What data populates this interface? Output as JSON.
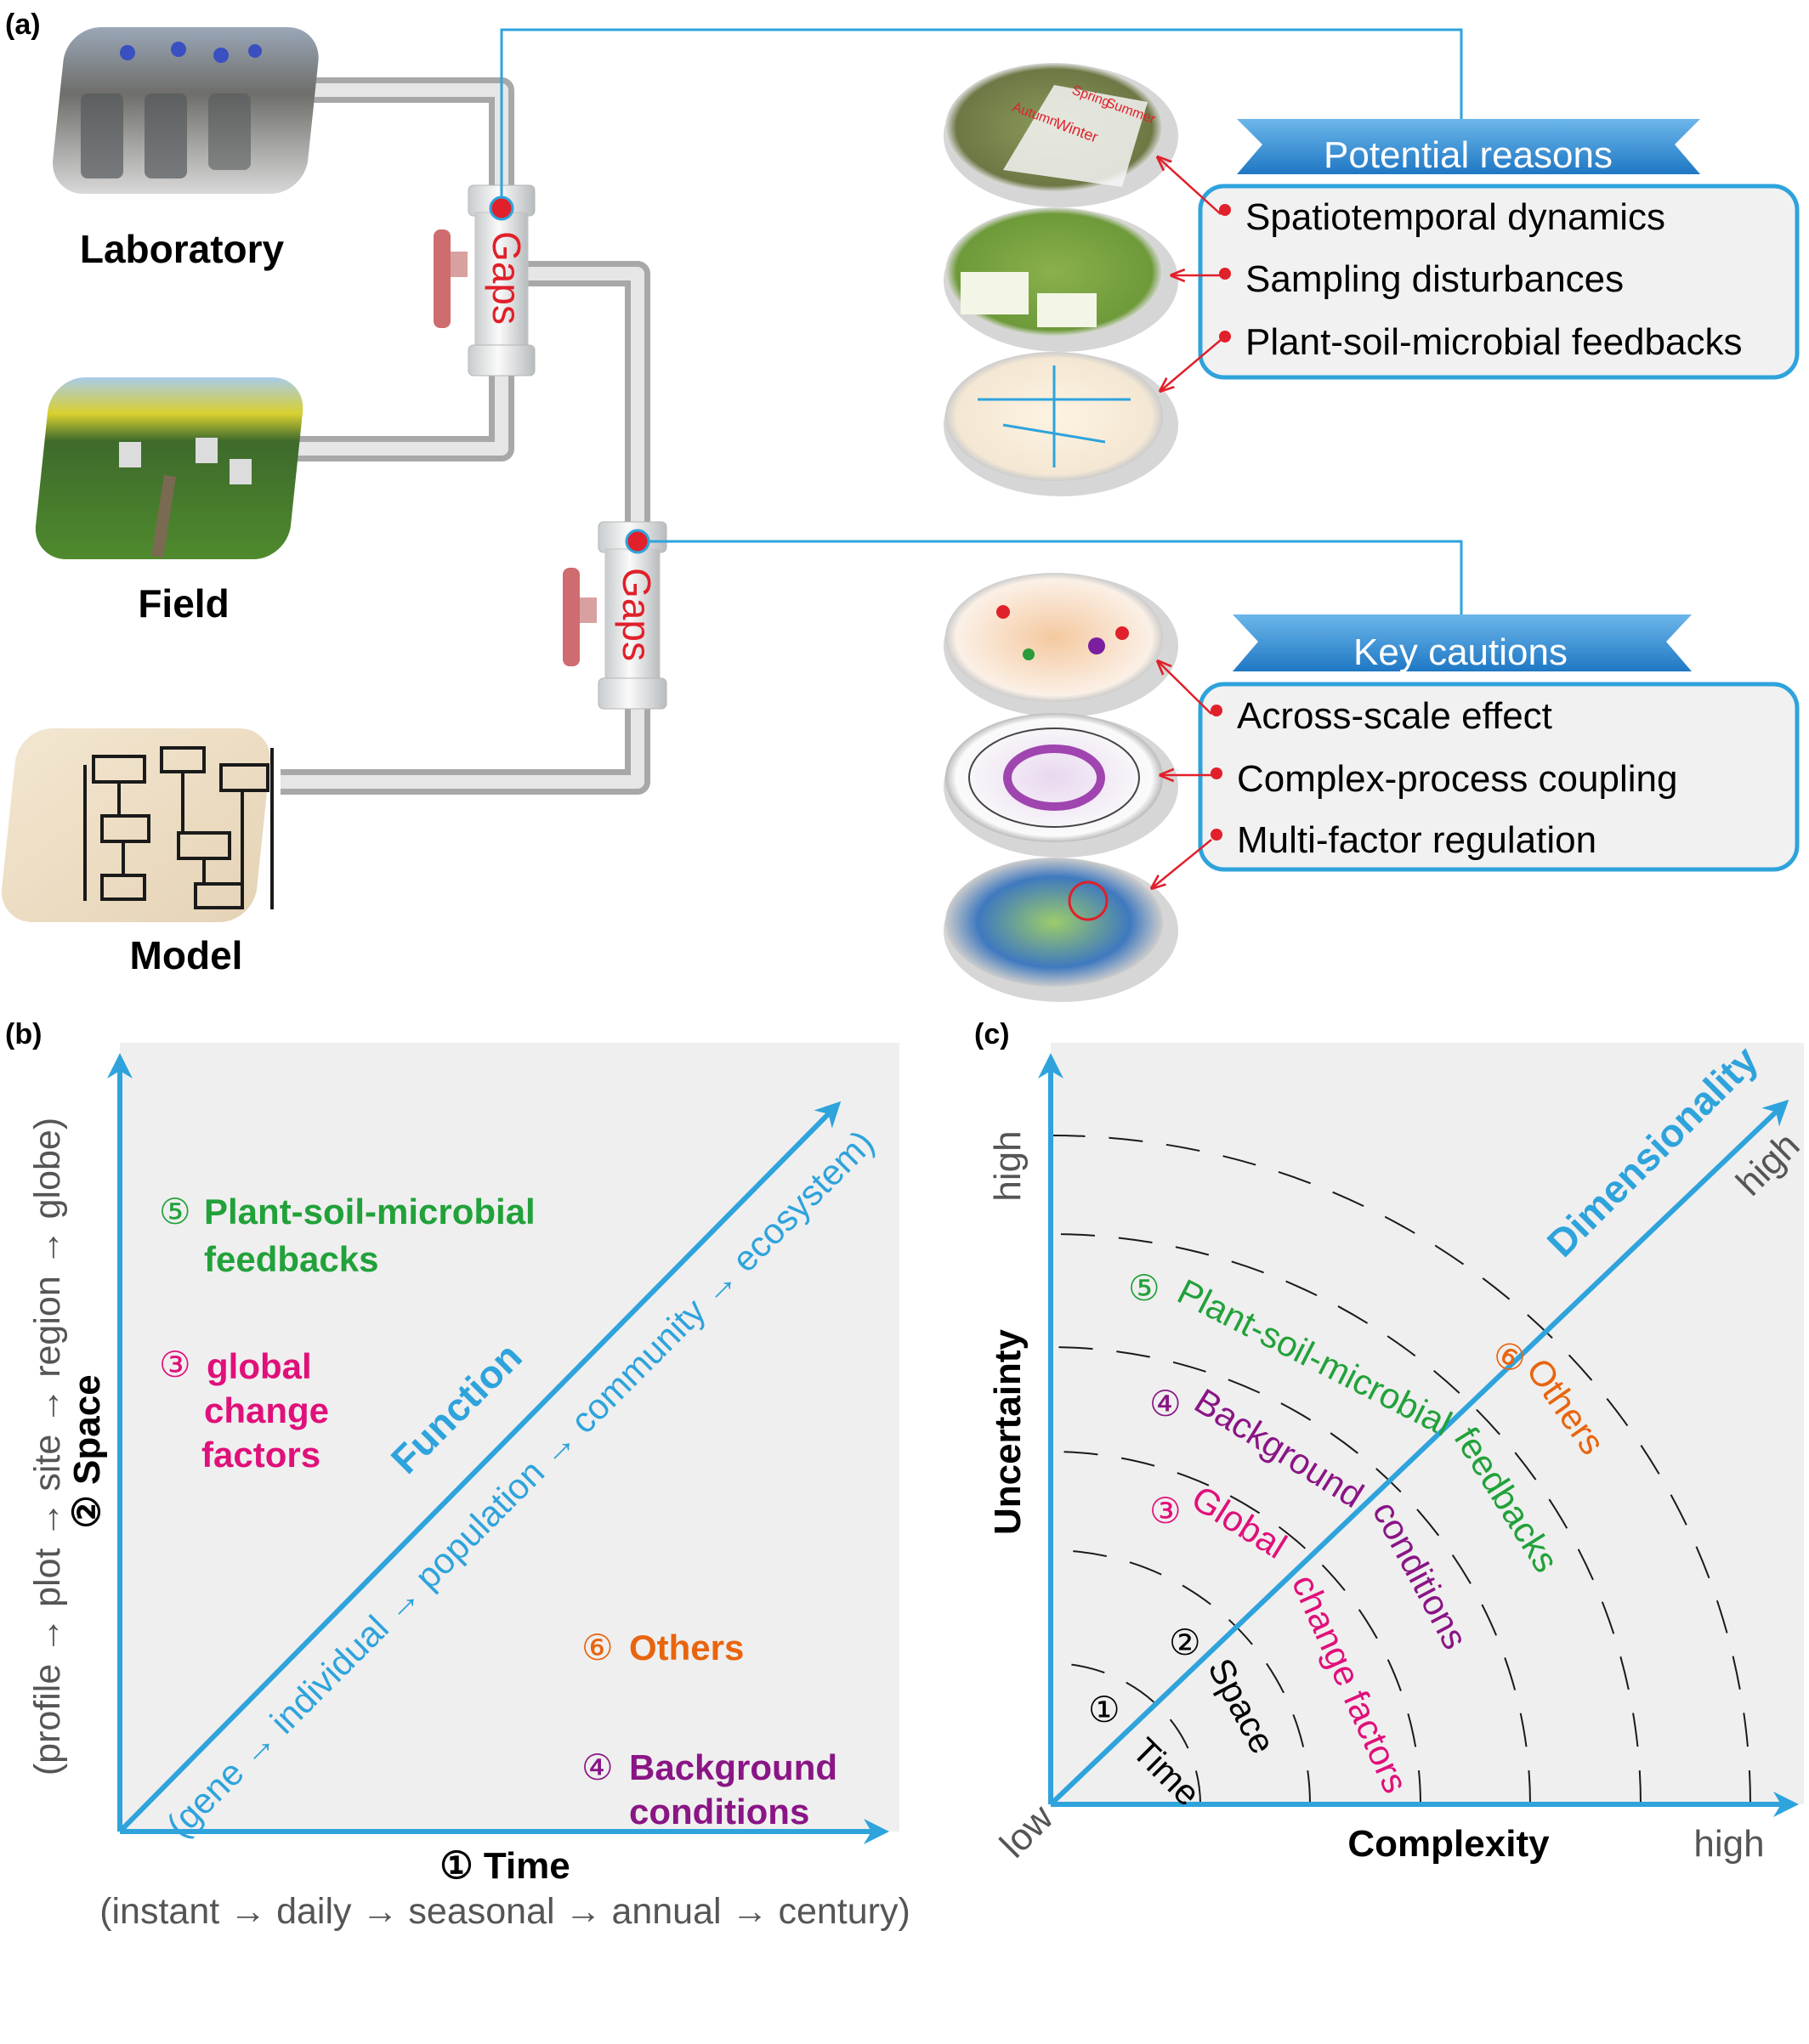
{
  "colors": {
    "accent_blue": "#2ea3dc",
    "red": "#e0202a",
    "green": "#22a13a",
    "magenta": "#e0107a",
    "purple": "#8a1585",
    "orange": "#e8650f",
    "panel_bg": "#efefef"
  },
  "panel_a": {
    "label": "(a)",
    "sources": [
      "Laboratory",
      "Field",
      "Model"
    ],
    "valve_label": "Gaps",
    "potential_reasons": {
      "title": "Potential reasons",
      "items": [
        "Spatiotemporal dynamics",
        "Sampling disturbances",
        "Plant-soil-microbial feedbacks"
      ]
    },
    "key_cautions": {
      "title": "Key cautions",
      "items": [
        "Across-scale effect",
        "Complex-process coupling",
        "Multi-factor regulation"
      ]
    },
    "photo_text": {
      "spring": "Spring",
      "summer": "Summer",
      "autumn": "Autumn",
      "winter": "Winter"
    }
  },
  "panel_b": {
    "label": "(b)",
    "x_title": "① Time",
    "x_subtitle": "(instant → daily → seasonal → annual → century)",
    "y_title": "② Space",
    "y_subtitle": "(profile → plot → site → region → globe)",
    "diag_title": "Function",
    "diag_subtitle": "(gene → individual → population → community → ecosystem)",
    "f5": {
      "num": "⑤",
      "line1": "Plant-soil-microbial",
      "line2": "feedbacks"
    },
    "f3": {
      "num": "③",
      "line1": "global",
      "line2": "change",
      "line3": "factors"
    },
    "f6": {
      "num": "⑥",
      "line1": "Others"
    },
    "f4": {
      "num": "④",
      "line1": "Background",
      "line2": "conditions"
    }
  },
  "panel_c": {
    "label": "(c)",
    "x_title": "Complexity",
    "y_title": "Uncertainty",
    "diag_title": "Dimensionality",
    "low": "low",
    "high": "high",
    "f1": {
      "num": "①",
      "text": "Time"
    },
    "f2": {
      "num": "②",
      "text": "Space"
    },
    "f3": {
      "num": "③",
      "a": "Global",
      "b": "change factors"
    },
    "f4": {
      "num": "④",
      "a": "Background",
      "b": "conditions"
    },
    "f5": {
      "num": "⑤",
      "a": "Plant-soil-microbial",
      "b": "feedbacks"
    },
    "f6": {
      "num": "⑥",
      "a": "Others"
    }
  }
}
